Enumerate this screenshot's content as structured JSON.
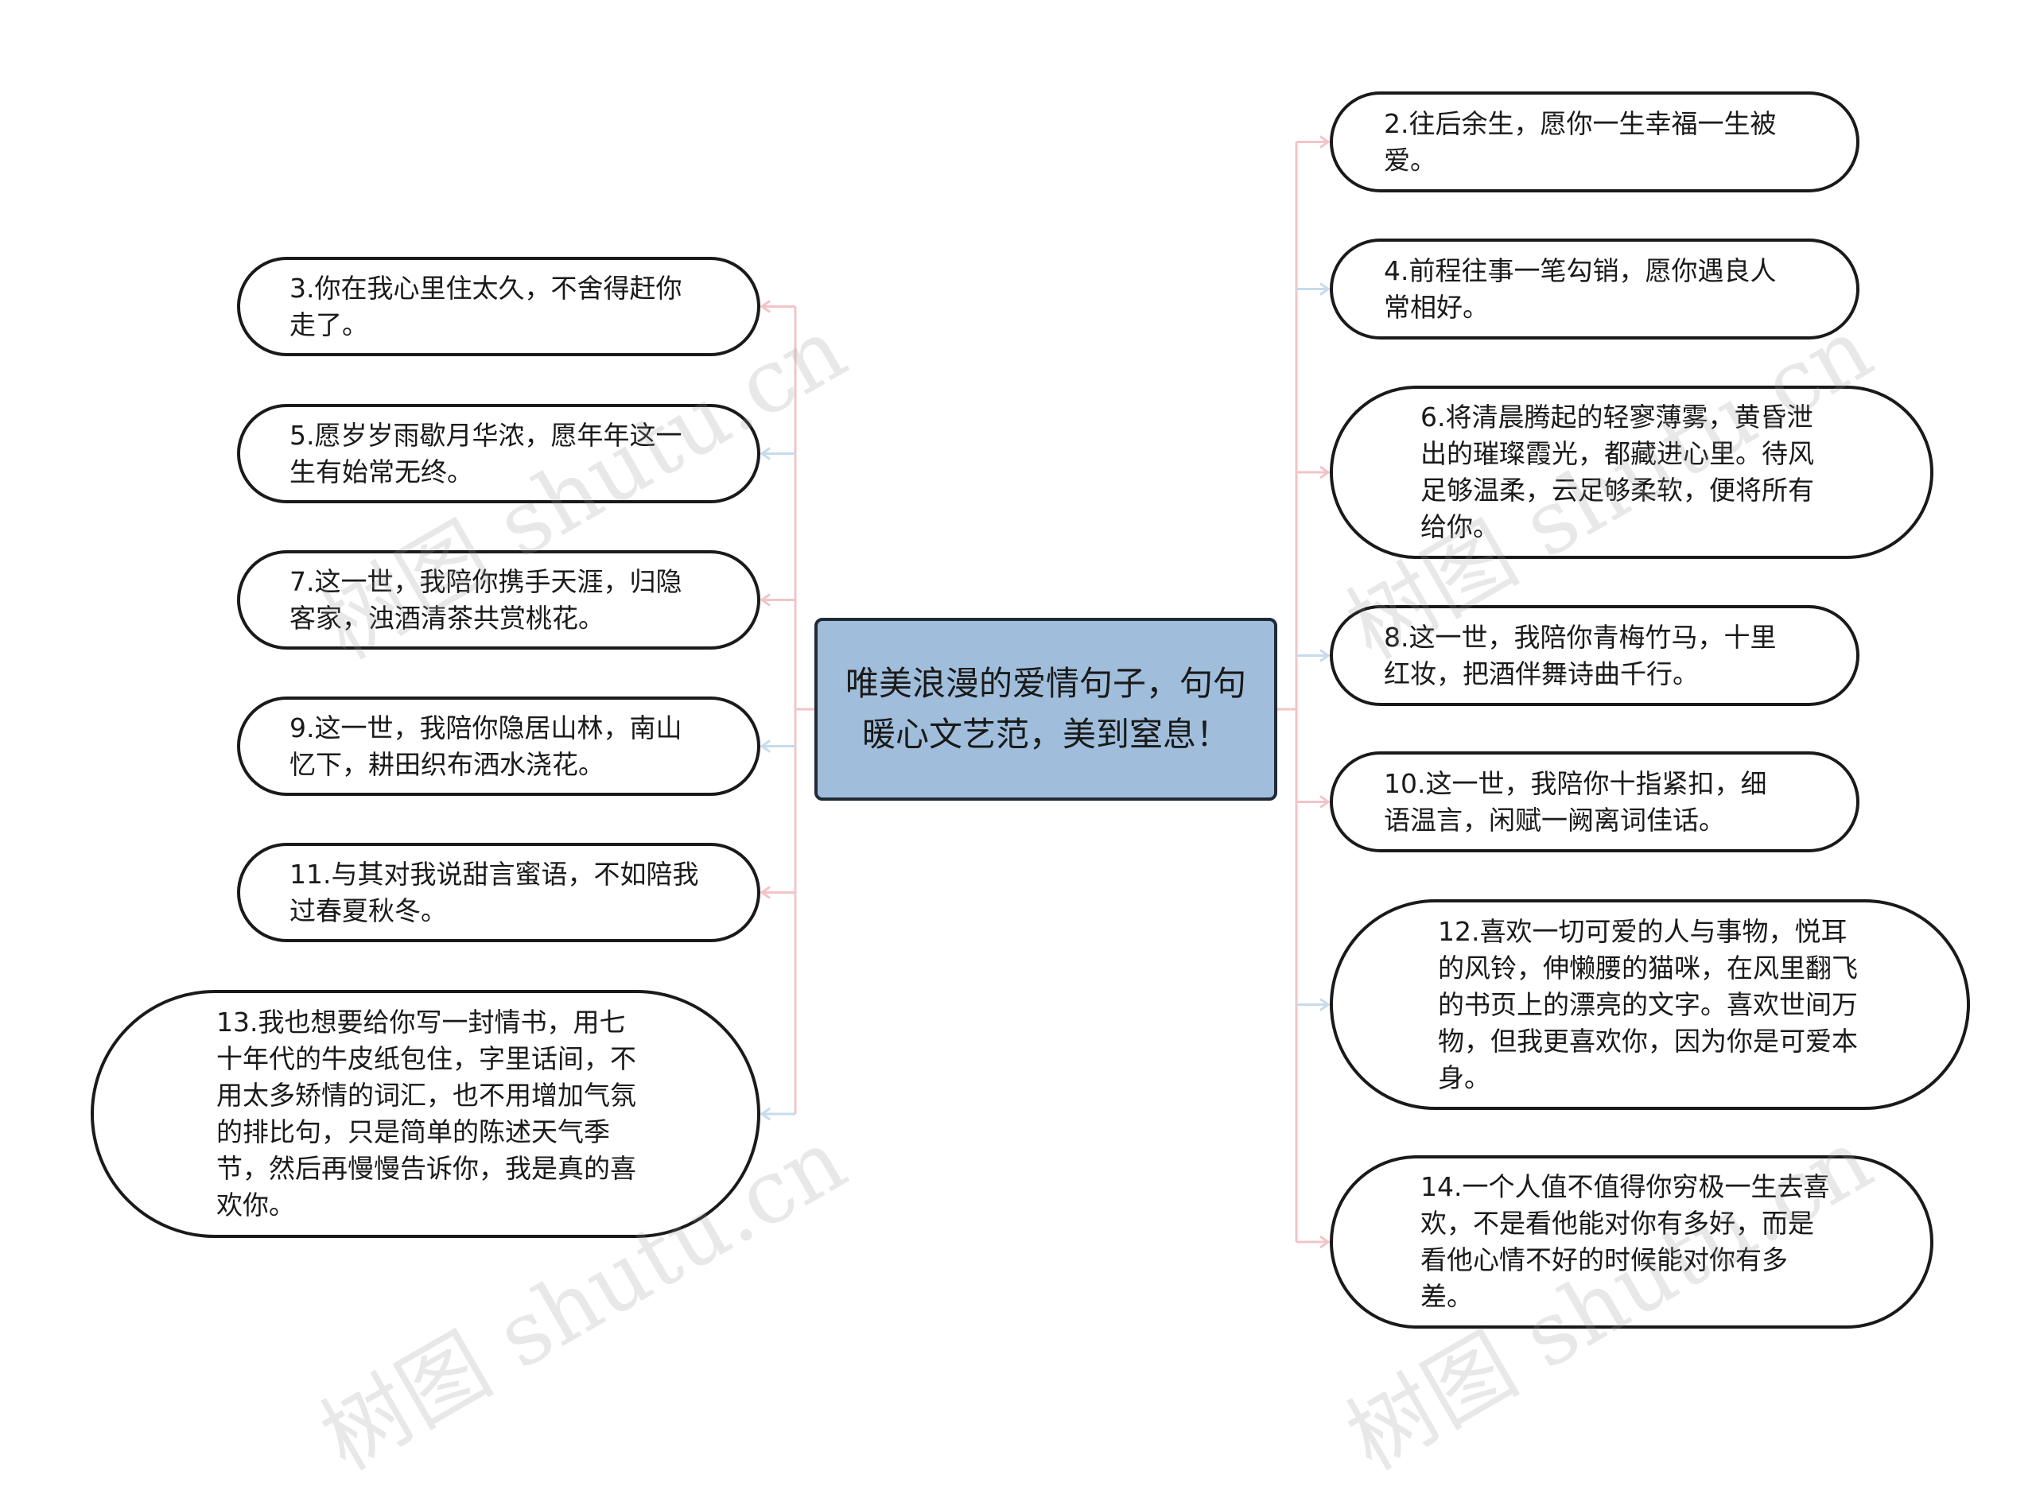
{
  "colors": {
    "center_fill": "#a0bedb",
    "line_pink": "#f2c4c8",
    "line_blue": "#c6dbec"
  },
  "center": {
    "title": "唯美浪漫的爱情句子，句句暖心文艺范，美到窒息！"
  },
  "left_nodes": [
    {
      "text": "3.你在我心里住太久，不舍得赶你走了。"
    },
    {
      "text": "5.愿岁岁雨歇月华浓，愿年年这一生有始常无终。"
    },
    {
      "text": "7.这一世，我陪你携手天涯，归隐客家，浊酒清茶共赏桃花。"
    },
    {
      "text": "9.这一世，我陪你隐居山林，南山忆下，耕田织布洒水浇花。"
    },
    {
      "text": "11.与其对我说甜言蜜语，不如陪我过春夏秋冬。"
    },
    {
      "text": "13.我也想要给你写一封情书，用七十年代的牛皮纸包住，字里话间，不用太多矫情的词汇，也不用增加气氛的排比句，只是简单的陈述天气季节，然后再慢慢告诉你，我是真的喜欢你。"
    }
  ],
  "right_nodes": [
    {
      "text": "2.往后余生，愿你一生幸福一生被爱。"
    },
    {
      "text": "4.前程往事一笔勾销，愿你遇良人常相好。"
    },
    {
      "text": "6.将清晨腾起的轻寥薄雾，黄昏泄出的璀璨霞光，都藏进心里。待风足够温柔，云足够柔软，便将所有给你。"
    },
    {
      "text": "8.这一世，我陪你青梅竹马，十里红妆，把酒伴舞诗曲千行。"
    },
    {
      "text": "10.这一世，我陪你十指紧扣，细语温言，闲赋一阙离词佳话。"
    },
    {
      "text": "12.喜欢一切可爱的人与事物，悦耳的风铃，伸懒腰的猫咪，在风里翻飞的书页上的漂亮的文字。喜欢世间万物，但我更喜欢你，因为你是可爱本身。"
    },
    {
      "text": "14.一个人值不值得你穷极一生去喜欢，不是看他能对你有多好，而是看他心情不好的时候能对你有多差。"
    }
  ],
  "watermark": "树图 shutu.cn"
}
